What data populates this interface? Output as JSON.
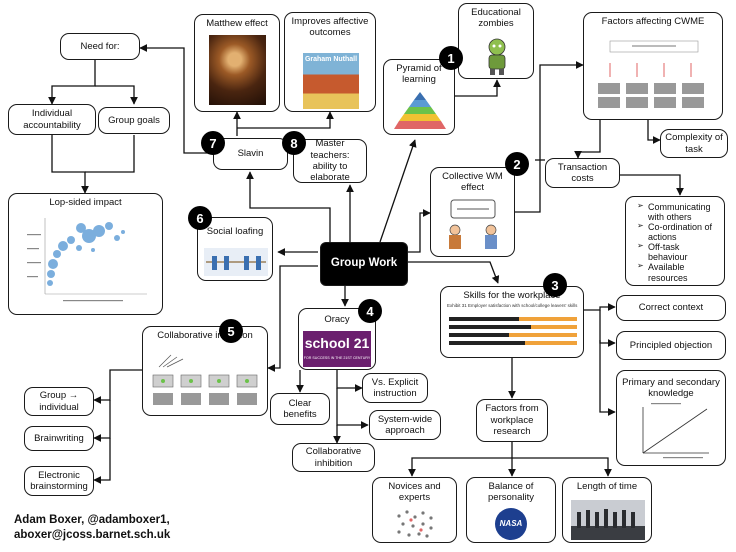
{
  "center": {
    "label": "Group Work"
  },
  "nodes": {
    "need_for": "Need for:",
    "individual_accountability": "Individual accountability",
    "group_goals": "Group goals",
    "lopsided_impact": "Lop-sided impact",
    "matthew_effect": "Matthew effect",
    "improves_outcomes": "Improves affective outcomes",
    "educational_zombies": "Educational zombies",
    "pyramid": "Pyramid of learning",
    "factors_cwme": "Factors affecting CWME",
    "complexity": "Complexity of task",
    "transaction_costs": "Transaction costs",
    "slavin": "Slavin",
    "master_teachers": "Master teachers: ability to elaborate",
    "collective_wm": "Collective WM effect",
    "social_loafing": "Social loafing",
    "skills_workplace": "Skills for the workplace",
    "correct_context": "Correct context",
    "principled_objection": "Principled objection",
    "primary_secondary": "Primary and secondary knowledge",
    "oracy": "Oracy",
    "collab_inhibition": "Collaborative inhibition",
    "collab_inhibition_2": "Collaborative inhibition",
    "group_individual": "Group → individual",
    "brainwriting": "Brainwriting",
    "electronic_brainstorming": "Electronic brainstorming",
    "clear_benefits": "Clear benefits",
    "vs_explicit": "Vs. Explicit instruction",
    "system_wide": "System-wide approach",
    "factors_workplace": "Factors from workplace research",
    "novices_experts": "Novices and experts",
    "balance_personality": "Balance of personality",
    "length_of_time": "Length of time"
  },
  "transaction_list": [
    "Communicating with others",
    "Co-ordination of actions",
    "Off-task behaviour",
    "Available resources"
  ],
  "badges": [
    "1",
    "2",
    "3",
    "4",
    "5",
    "6",
    "7",
    "8"
  ],
  "images": {
    "book_cover_title": "Graham Nuthall",
    "oracy_logo": "school 21",
    "oracy_logo_tag": "FOR SUCCESS IN THE 21ST CENTURY",
    "nasa_logo": "NASA",
    "skills_chart_title": "Exhibit 31 Employer satisfaction with school/college leavers' skills"
  },
  "author": {
    "line1": "Adam Boxer, @adamboxer1,",
    "line2": "aboxer@jcoss.barnet.sch.uk"
  },
  "colors": {
    "accent": "#000000",
    "chart_orange": "#f0a23a",
    "scatter_blue": "#5b9bd5"
  }
}
